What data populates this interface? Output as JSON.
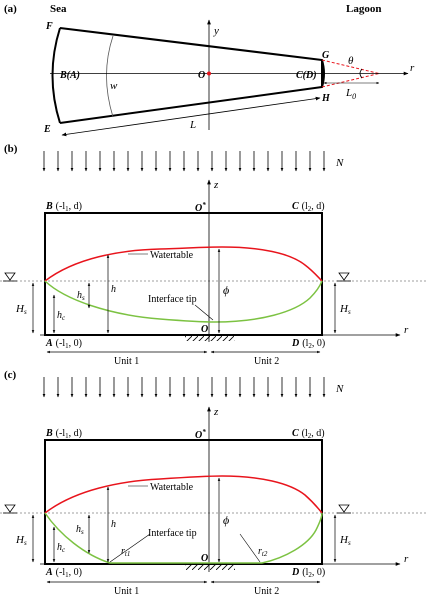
{
  "panel_a": {
    "label": "(a)",
    "sea": "Sea",
    "lagoon": "Lagoon",
    "y_axis": "y",
    "r_axis": "r",
    "origin": "O",
    "pt_F": "F",
    "pt_E": "E",
    "pt_BA": "B(A)",
    "pt_CD": "C(D)",
    "pt_G": "G",
    "pt_H": "H",
    "w": "w",
    "L": "L",
    "theta": "θ",
    "L0_main": "L",
    "L0_sub": "0"
  },
  "panel_b": {
    "label": "(b)",
    "N": "N",
    "z": "z",
    "O_star": "O",
    "star": "*",
    "B": "B",
    "B_coord": "(-l",
    "B_sub": "1",
    "B_coord2": ", d)",
    "C": "C",
    "C_coord": "(l",
    "C_sub": "2",
    "C_coord2": ", d)",
    "A": "A",
    "A_coord": "(-l",
    "A_sub": "1",
    "A_coord2": ", 0)",
    "D": "D",
    "D_coord": "(l",
    "D_sub": "2",
    "D_coord2": ", 0)",
    "O": "O",
    "r": "r",
    "watertable": "Watertable",
    "interface_tip": "Interface tip",
    "h": "h",
    "hs": "h",
    "hs_sub": "s",
    "hc": "h",
    "hc_sub": "c",
    "Hs_left": "H",
    "Hs_left_sub": "s",
    "Hs_right": "H",
    "Hs_right_sub": "s",
    "phi": "ϕ",
    "unit1": "Unit 1",
    "unit2": "Unit 2"
  },
  "panel_c": {
    "label": "(c)",
    "N": "N",
    "z": "z",
    "O_star": "O",
    "star": "*",
    "B": "B",
    "B_coord": "(-l",
    "B_sub": "1",
    "B_coord2": ", d)",
    "C": "C",
    "C_coord": "(l",
    "C_sub": "2",
    "C_coord2": ", d)",
    "A": "A",
    "A_coord": "(-l",
    "A_sub": "1",
    "A_coord2": ", 0)",
    "D": "D",
    "D_coord": "(l",
    "D_sub": "2",
    "D_coord2": ", 0)",
    "O": "O",
    "r": "r",
    "watertable": "Watertable",
    "interface_tip": "Interface tip",
    "h": "h",
    "hs": "h",
    "hs_sub": "s",
    "hc": "h",
    "hc_sub": "c",
    "Hs_left": "H",
    "Hs_left_sub": "s",
    "Hs_right": "H",
    "Hs_right_sub": "s",
    "phi": "ϕ",
    "rt1": "r",
    "rt1_sub": "t1",
    "rt2": "r",
    "rt2_sub": "t2",
    "unit1": "Unit 1",
    "unit2": "Unit 2"
  },
  "colors": {
    "watertable": "#e8141c",
    "interface": "#7cc242",
    "wedge_dash": "#e8141c",
    "origin_dot": "#e8141c",
    "ink": "#000000",
    "dotted": "#808080"
  }
}
